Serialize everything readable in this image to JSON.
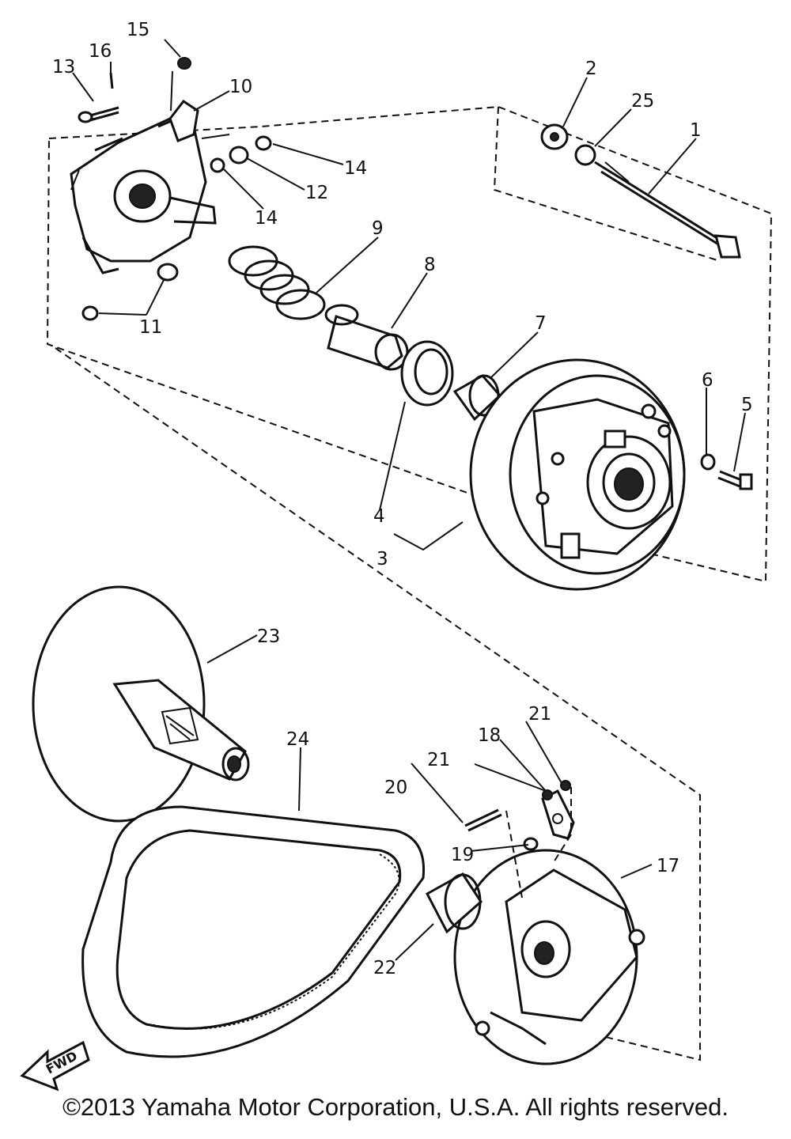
{
  "labels": {
    "p1": "1",
    "p2": "2",
    "p3": "3",
    "p4": "4",
    "p5": "5",
    "p6": "6",
    "p7": "7",
    "p8": "8",
    "p9": "9",
    "p10": "10",
    "p11": "11",
    "p12": "12",
    "p13": "13",
    "p14a": "14",
    "p14b": "14",
    "p15": "15",
    "p16": "16",
    "p17": "17",
    "p18": "18",
    "p19": "19",
    "p20": "20",
    "p21a": "21",
    "p21b": "21",
    "p22": "22",
    "p23": "23",
    "p24": "24",
    "p25": "25"
  },
  "fwd_label": "FWD",
  "copyright": "©2013 Yamaha Motor Corporation, U.S.A. All rights reserved."
}
